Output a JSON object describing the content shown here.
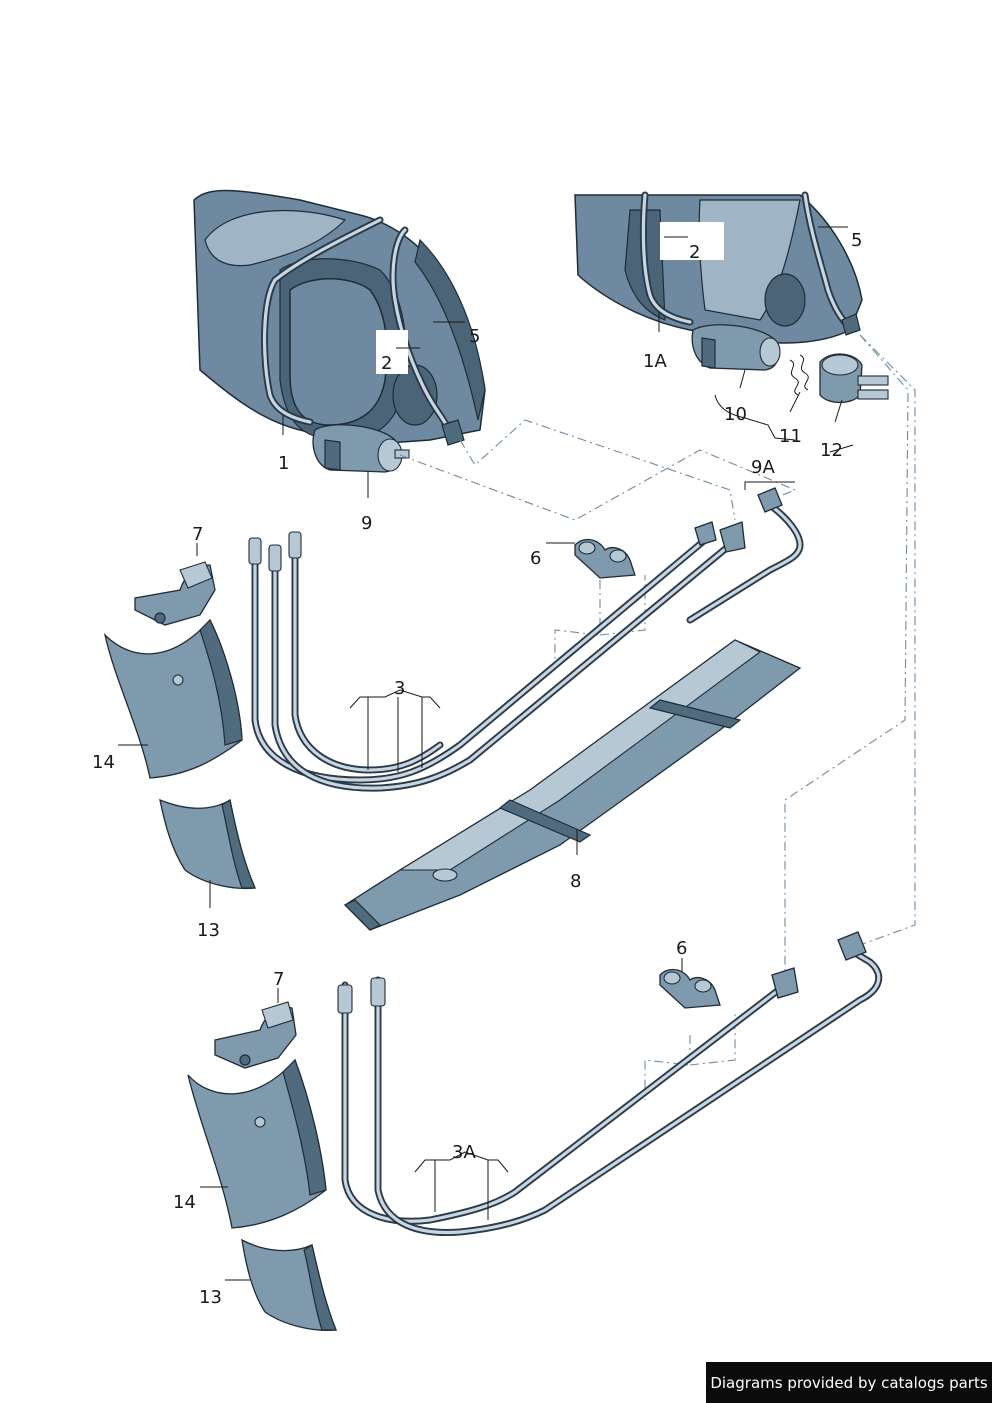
{
  "callouts": {
    "c1": "1",
    "c1a": "1A",
    "c2a": "2",
    "c2b": "2",
    "c3": "3",
    "c3a": "3A",
    "c5a": "5",
    "c5b": "5",
    "c6a": "6",
    "c6b": "6",
    "c7a": "7",
    "c7b": "7",
    "c8": "8",
    "c9": "9",
    "c9a": "9A",
    "c10": "10",
    "c11": "11",
    "c12": "12",
    "c13a": "13",
    "c13b": "13",
    "c14a": "14",
    "c14b": "14"
  },
  "credit": "Diagrams provided by catalogs parts",
  "colors": {
    "part_fill": "#7f99ad",
    "part_dark": "#4b6478",
    "part_light": "#b7c8d5",
    "outline": "#1e2c38",
    "dash_line": "#6d8da6",
    "credit_bg": "#0b0b0b"
  }
}
